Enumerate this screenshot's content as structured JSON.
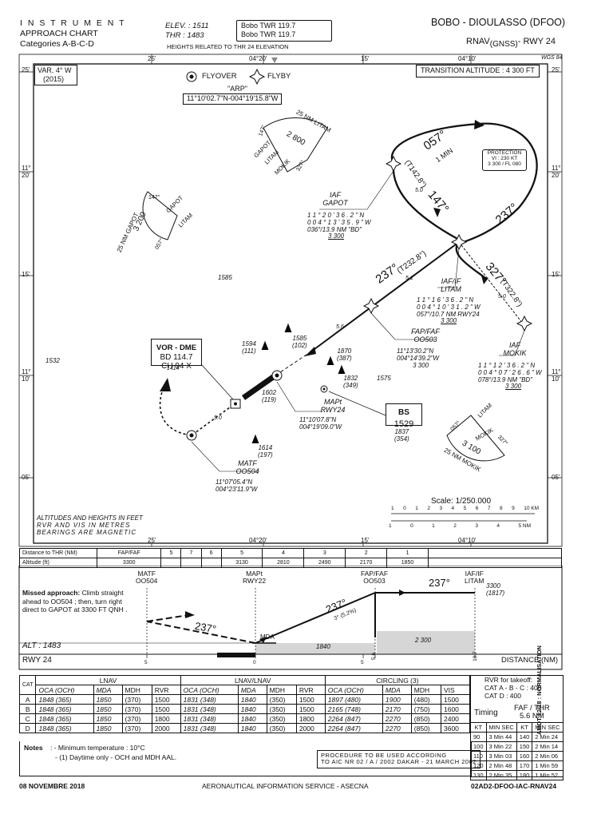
{
  "header": {
    "chart_type_line1": "I N S T R U M E N T",
    "chart_type_line2": "APPROACH CHART",
    "categories": "Categories  A-B-C-D",
    "elev": "ELEV. : 1511",
    "thr": "THR   : 1483",
    "freq1": "Bobo TWR 119.7",
    "freq2": "Bobo TWR 119.7",
    "heights_note": "HEIGHTS RELATED TO THR 24  ELEVATION",
    "airport": "BOBO - DIOULASSO  (DFOO)",
    "procedure_prefix": "RNAV",
    "procedure_sub": "(GNSS)",
    "procedure_suffix": "- RWY 24"
  },
  "plan": {
    "var_line1": "VAR. 4° W",
    "var_line2": "(2015)",
    "transition_altitude": "TRANSITION ALTITUDE  : 4 300 FT",
    "wgs": "WGS 84",
    "flyover_label": "FLYOVER",
    "flyby_label": "FLYBY",
    "arp_label": "\"ARP\"",
    "arp_coords": "11°10'02.7\"N-004°19'15.8\"W",
    "grid_top": [
      "25'",
      "04°20'",
      "15'",
      "04°10'"
    ],
    "grid_left": [
      "25'",
      "11° 20'",
      "15'",
      "11° 10'",
      "05'"
    ],
    "grid_right": [
      "25'",
      "11° 20'",
      "15'",
      "11° 10'",
      "05'"
    ],
    "grid_bottom": [
      "25'",
      "04°20'",
      "15'",
      "04°10'"
    ],
    "spot_elevations": [
      "1585",
      "1532",
      "1575"
    ],
    "obstacles": [
      {
        "elev": "1594",
        "height": "(111)"
      },
      {
        "elev": "1585",
        "height": "(102)"
      },
      {
        "elev": "1870",
        "height": "(387)"
      },
      {
        "elev": "1832",
        "height": "(349)"
      },
      {
        "elev": "1602",
        "height": "(119)"
      },
      {
        "elev": "1614",
        "height": "(197)"
      },
      {
        "elev": "1837",
        "height": "(354)"
      }
    ],
    "vor": {
      "title": "VOR - DME",
      "freq": "BD 114.7",
      "channel": "CH 94 X",
      "elev": "1414"
    },
    "ndb": {
      "title": "BS",
      "freq": "1529"
    },
    "waypoints": {
      "gapot": {
        "role": "IAF",
        "name": "GAPOT",
        "lat": "1 1 ° 2 0 ' 3 6 . 2 \" N",
        "lon": "0 0 4 ° 1 3 ' 3 5 . 9 \" W",
        "brg": "036°/13.9 NM \"BD\"",
        "alt": "3 300"
      },
      "litam": {
        "role": "IAF/IF",
        "name": "LITAM",
        "lat": "1 1 ° 1 6 ' 3 6 . 2 \" N",
        "lon": "0 0 4 ° 1 0 ' 3 1 . 2 \" W",
        "brg": "057°/10.7 NM RWY24",
        "alt": "3 300"
      },
      "oo503": {
        "role": "FAP/FAF",
        "name": "OO503",
        "lat": "11°13'30.2\"N",
        "lon": "004°14'39.2\"W",
        "alt": "3 300"
      },
      "mokik": {
        "role": "IAF",
        "name": "MOKIK",
        "lat": "1 1 ° 1 2 ' 3 6 . 2 \" N",
        "lon": "0 0 4 ° 0 7 ' 2 6 . 6 \" W",
        "brg": "078°/13.9 NM \"BD\"",
        "alt": "3 300"
      },
      "mapt": {
        "role": "MAPt",
        "name": "RWY24",
        "lat": "11°10'07.8\"N",
        "lon": "004°19'09.0\"W"
      },
      "matf": {
        "role": "MATF",
        "name": "OO504",
        "lat": "11°07'05.4\"N",
        "lon": "004°23'11.9\"W"
      }
    },
    "tracks": {
      "t057": "057°",
      "one_min": "1 MIN",
      "t147": "147°",
      "t237_hold": "237°",
      "t327": "327°",
      "t142": "(T142.8°)",
      "t322": "(T322.8°)",
      "t232": "(T232.8°)",
      "t237_final": "237°",
      "d50_gapot": "5.0",
      "d50_mokik": "5.0",
      "d51": "5.1",
      "d56": "5.6",
      "d50_ma": "5.0"
    },
    "protection": {
      "title": "PROTECTION",
      "line1": "VI : 230 KT",
      "line2": "3 300 / FL 080"
    },
    "taa_top": {
      "arc": "25 NM LITAM",
      "alt": "2 800",
      "r1": "147°",
      "r2": "327°",
      "w1": "GAPOT",
      "w2": "LITAM",
      "w3": "MOKIK"
    },
    "taa_left": {
      "arc": "25 NM GAPOT",
      "alt": "3 200",
      "r1": "147°",
      "r2": "057°",
      "w1": "GAPOT",
      "w2": "LITAM"
    },
    "taa_right": {
      "arc": "25 NM MOKIK",
      "alt": "3 100",
      "r1": "057°",
      "r2": "327°",
      "w1": "LITAM",
      "w2": "MOKIK"
    },
    "notes": [
      "ALTITUDES AND HEIGHTS IN FEET",
      "RVR  AND  VIS  IN  METRES",
      "BEARINGS  ARE  MAGNETIC"
    ],
    "scale_title": "Scale: 1/250.000",
    "scale_km": [
      "1",
      "0",
      "1",
      "2",
      "3",
      "4",
      "5",
      "6",
      "7",
      "8",
      "9",
      "10 KM"
    ],
    "scale_nm": [
      "1",
      "0",
      "1",
      "2",
      "3",
      "4",
      "5 NM"
    ]
  },
  "dist_table": {
    "row1_label": "Distance to THR (NM)",
    "row2_label": "Altitude (ft)",
    "headers": [
      "FAP/FAF",
      "5",
      "7",
      "6",
      "5",
      "4",
      "3",
      "2",
      "1"
    ],
    "values": [
      "3300",
      "",
      "",
      "",
      "3130",
      "2810",
      "2490",
      "2170",
      "1850"
    ]
  },
  "profile": {
    "missed_title": "Missed approach:",
    "missed_text": " Climb straight ahead to OO504 ; then, turn right direct to  GAPOT at  3300 FT  QNH .",
    "matf": "MATF",
    "matf_name": "OO504",
    "mapt": "MAPt",
    "mapt_name": "RWY22",
    "faf": "FAP/FAF",
    "faf_name": "OO503",
    "iaf": "IAF/IF",
    "iaf_name": "LITAM",
    "track_iaf": "237°",
    "track_final": "237°",
    "glide": "3° (5.2%)",
    "track_ma": "237°",
    "iaf_alt": "3300",
    "iaf_height": "(1817)",
    "alt_label": "ALT :  1483",
    "mda": "MDA",
    "alt_1840": "1840",
    "alt_2300": "2 300",
    "rwy": "RWY 24",
    "distance_label": "DISTANCE (NM)",
    "ticks": [
      "5",
      "0",
      "5",
      "5.6",
      "10.7"
    ]
  },
  "minima": {
    "cat_label": "CAT",
    "groups": [
      "LNAV",
      "LNAV/LNAV",
      "CIRCLING (3)"
    ],
    "sub_lnav": [
      "OCA  (OCH)",
      "MDA",
      "MDH",
      "RVR"
    ],
    "sub_circ": [
      "OCA  (OCH)",
      "MDA",
      "MDH",
      "VIS"
    ],
    "rows": [
      {
        "cat": "A",
        "l": [
          "1848",
          "(365)",
          "1850",
          "(370)",
          "1500"
        ],
        "v": [
          "1831",
          "(348)",
          "1840",
          "(350)",
          "1500"
        ],
        "c": [
          "1897",
          "(480)",
          "1900",
          "(480)",
          "1500"
        ]
      },
      {
        "cat": "B",
        "l": [
          "1848",
          "(365)",
          "1850",
          "(370)",
          "1500"
        ],
        "v": [
          "1831",
          "(348)",
          "1840",
          "(350)",
          "1500"
        ],
        "c": [
          "2165",
          "(748)",
          "2170",
          "(750)",
          "1600"
        ]
      },
      {
        "cat": "C",
        "l": [
          "1848",
          "(365)",
          "1850",
          "(370)",
          "1800"
        ],
        "v": [
          "1831",
          "(348)",
          "1840",
          "(350)",
          "1800"
        ],
        "c": [
          "2264",
          "(847)",
          "2270",
          "(850)",
          "2400"
        ]
      },
      {
        "cat": "D",
        "l": [
          "1848",
          "(365)",
          "1850",
          "(370)",
          "2000"
        ],
        "v": [
          "1831",
          "(348)",
          "1840",
          "(350)",
          "2000"
        ],
        "c": [
          "2264",
          "(847)",
          "2270",
          "(850)",
          "3600"
        ]
      }
    ],
    "rvr_takeoff_title": "RVR for takeoff:",
    "rvr_takeoff_1": "CAT A - B - C : 400",
    "rvr_takeoff_2": "CAT D           : 400",
    "timing": "Timing",
    "faf_thr": "FAF / THR",
    "faf_dist": "5.6 NM",
    "timing_head": [
      "KT",
      "MIN  SEC",
      "KT",
      "MIN  SEC"
    ],
    "timing_rows": [
      [
        "90",
        "3 Min 44",
        "140",
        "2 Min 24"
      ],
      [
        "100",
        "3 Min 22",
        "150",
        "2 Min 14"
      ],
      [
        "110",
        "3 Min 03",
        "160",
        "2 Min 06"
      ],
      [
        "120",
        "2 Min 48",
        "170",
        "1 Min 59"
      ],
      [
        "130",
        "2 Min 35",
        "180",
        "1 Min 52"
      ]
    ]
  },
  "notes": {
    "label": "Notes",
    "n1": ": - Minimum temperature : 10°C",
    "n2": "- (1) Daytime only - OCH and MDH AAL.",
    "procedure_line1": "PROCEDURE  TO  BE  USED  ACCORDING",
    "procedure_line2": "TO  AIC NR 02 / A / 2002 DAKAR - 21 MARCH 2002"
  },
  "side_note": "AMDT 12/18 : NORMALISATION",
  "footer": {
    "date": "08 NOVEMBRE 2018",
    "service": "AERONAUTICAL  INFORMATION  SERVICE - ASECNA",
    "code": "02AD2-DFOO-IAC-RNAV24"
  }
}
